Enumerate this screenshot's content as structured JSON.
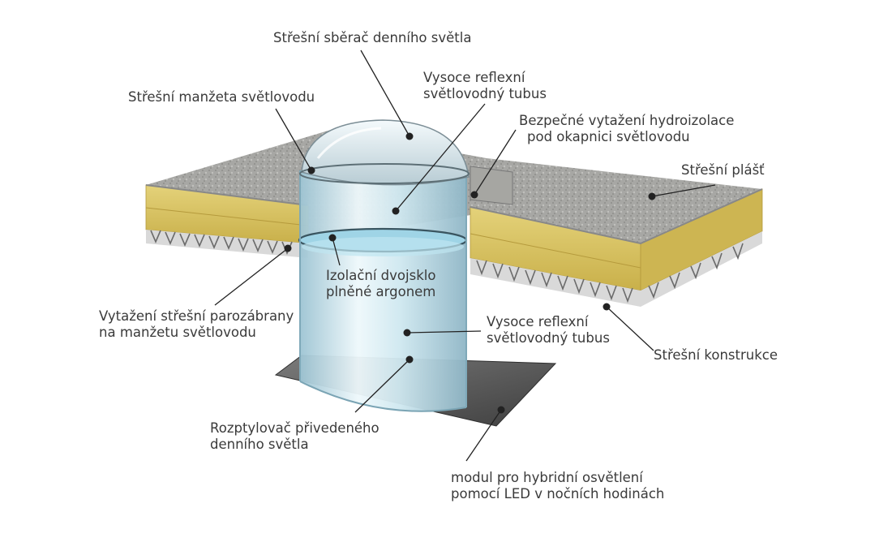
{
  "labels": {
    "roof_collector": "Střešní sběrač denního světla",
    "tube_top": [
      "Vysoce reflexní",
      "světlovodný tubus"
    ],
    "roof_collar": "Střešní manžeta světlovodu",
    "waterproofing": [
      "Bezpečné vytažení hydroizolace",
      "pod okapnici světlovodu"
    ],
    "roof_cladding": "Střešní plášť",
    "double_glazing": [
      "Izolační dvojsklo",
      "plněné argonem"
    ],
    "vapor_barrier": [
      "Vytažení střešní parozábrany",
      "na manžetu světlovodu"
    ],
    "tube_bottom": [
      "Vysoce reflexní",
      "světlovodný tubus"
    ],
    "roof_structure": "Střešní konstrukce",
    "diffuser": [
      "Rozptylovač přivedeného",
      "denního světla"
    ],
    "led_module": [
      "modul pro hybridní osvětlení",
      "pomocí LED v nočních hodinách"
    ]
  },
  "colors": {
    "label_text": "#3a3a3a",
    "leader_line": "#222222",
    "gravel": "#a9a9a6",
    "insulation": "#d8c35c",
    "tube_glass": "#b9dce8",
    "metal_plate": "#5c5c5c"
  }
}
